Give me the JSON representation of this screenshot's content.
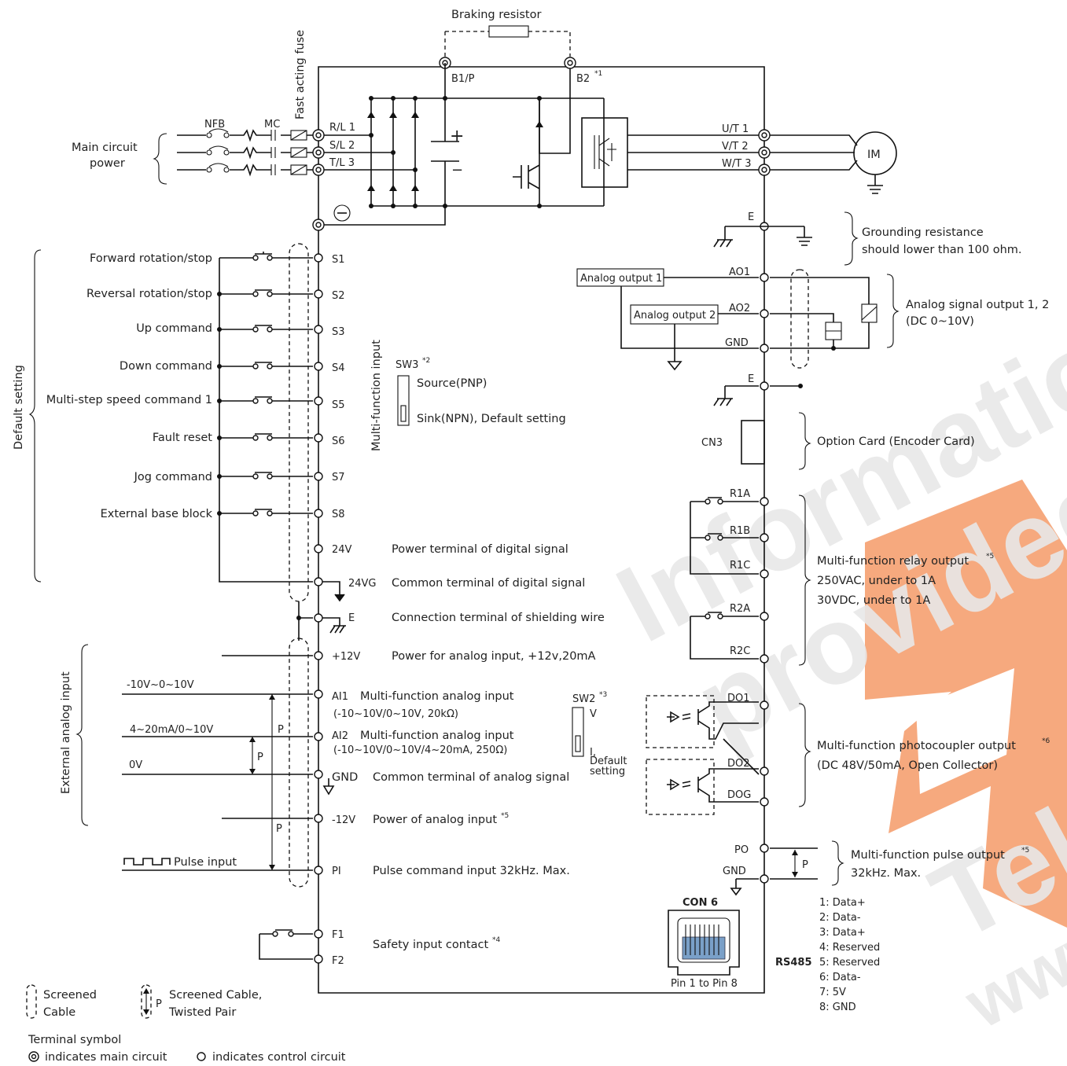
{
  "top": {
    "braking_resistor": "Braking resistor",
    "b1p": "B1/P",
    "b2": "B2",
    "b2_sup": "*1",
    "fast_fuse": "Fast acting fuse"
  },
  "power_in": {
    "nfb": "NFB",
    "mc": "MC",
    "main_circuit_1": "Main circuit",
    "main_circuit_2": "power",
    "terminals": [
      "R/L 1",
      "S/L 2",
      "T/L 3"
    ]
  },
  "output": {
    "terminals": [
      "U/T 1",
      "V/T 2",
      "W/T 3"
    ],
    "motor": "IM"
  },
  "ground": {
    "e": "E",
    "note_1": "Grounding resistance",
    "note_2": "should lower than 100 ohm."
  },
  "analog_out": {
    "box1": "Analog output 1",
    "box2": "Analog output 2",
    "ao1": "AO1",
    "ao2": "AO2",
    "gnd": "GND",
    "note_1": "Analog signal output 1, 2",
    "note_2": "(DC 0~10V)"
  },
  "digital_inputs": {
    "group_label": "Default setting",
    "vertical_label": "Multi-function input",
    "items": [
      {
        "name": "Forward rotation/stop",
        "terminal": "S1"
      },
      {
        "name": "Reversal rotation/stop",
        "terminal": "S2"
      },
      {
        "name": "Up command",
        "terminal": "S3"
      },
      {
        "name": "Down command",
        "terminal": "S4"
      },
      {
        "name": "Multi-step speed command 1",
        "terminal": "S5"
      },
      {
        "name": "Fault reset",
        "terminal": "S6"
      },
      {
        "name": "Jog command",
        "terminal": "S7"
      },
      {
        "name": "External base block",
        "terminal": "S8"
      }
    ]
  },
  "sw3": {
    "label": "SW3",
    "sup": "*2",
    "source": "Source(PNP)",
    "sink": "Sink(NPN), Default setting"
  },
  "power_terms": {
    "t24v": "24V",
    "t24v_desc": "Power terminal of digital signal",
    "t24vg": "24VG",
    "t24vg_desc": "Common terminal of digital signal",
    "e": "E",
    "e_desc": "Connection terminal of shielding wire"
  },
  "cn3": {
    "label": "CN3",
    "e": "E",
    "desc": "Option Card (Encoder Card)"
  },
  "relay": {
    "terminals": [
      "R1A",
      "R1B",
      "R1C",
      "R2A",
      "R2C"
    ],
    "desc_1": "Multi-function relay output",
    "desc_sup": "*5",
    "desc_2": "250VAC, under to 1A",
    "desc_3": "30VDC, under to 1A"
  },
  "analog_in": {
    "group_label": "External analog input",
    "v_range": "-10V~0~10V",
    "i_range": "4~20mA/0~10V",
    "zero": "0V",
    "p": "P",
    "p12": "+12V",
    "p12_desc": "Power for analog input, +12v,20mA",
    "ai1": "AI1",
    "ai1_desc_1": "Multi-function analog input",
    "ai1_desc_2": "(-10~10V/0~10V, 20kΩ)",
    "ai2": "AI2",
    "ai2_desc_1": "Multi-function analog input",
    "ai2_desc_2": "(-10~10V/0~10V/4~20mA, 250Ω)",
    "gnd": "GND",
    "gnd_desc": "Common terminal of analog signal",
    "m12": "-12V",
    "m12_desc": "Power of analog input",
    "m12_sup": "*5",
    "pulse_in": "Pulse input",
    "pi": "PI",
    "pi_desc": "Pulse command input 32kHz. Max."
  },
  "sw2": {
    "label": "SW2",
    "sup": "*3",
    "v": "V",
    "i": "I,",
    "def_1": "Default",
    "def_2": "setting"
  },
  "photo": {
    "do1": "DO1",
    "do2": "DO2",
    "dog": "DOG",
    "desc_1": "Multi-function photocoupler output",
    "desc_sup": "*6",
    "desc_2": "(DC 48V/50mA, Open Collector)"
  },
  "pulse_out": {
    "po": "PO",
    "gnd": "GND",
    "p": "P",
    "desc_1": "Multi-function pulse output",
    "desc_sup": "*5",
    "desc_2": "32kHz. Max."
  },
  "con6": {
    "label": "CON 6",
    "pins_caption": "Pin 1 to Pin 8",
    "rs485": "RS485",
    "pins": [
      "1: Data+",
      "2: Data-",
      "3: Data+",
      "4: Reserved",
      "5: Reserved",
      "6: Data-",
      "7: 5V",
      "8: GND"
    ]
  },
  "safety": {
    "f1": "F1",
    "f2": "F2",
    "desc": "Safety input contact",
    "sup": "*4"
  },
  "legend": {
    "screened_1": "Screened",
    "screened_2": "Cable",
    "twisted_1": "Screened Cable,",
    "twisted_2": "Twisted Pair",
    "p": "P",
    "terminal_symbol": "Terminal symbol",
    "main": "indicates main circuit",
    "control": "indicates control circuit"
  },
  "watermark": [
    "Information",
    "provided by",
    "Tel",
    "www"
  ],
  "colors": {
    "watermark_logo": "#f5a070",
    "line": "#111111"
  }
}
